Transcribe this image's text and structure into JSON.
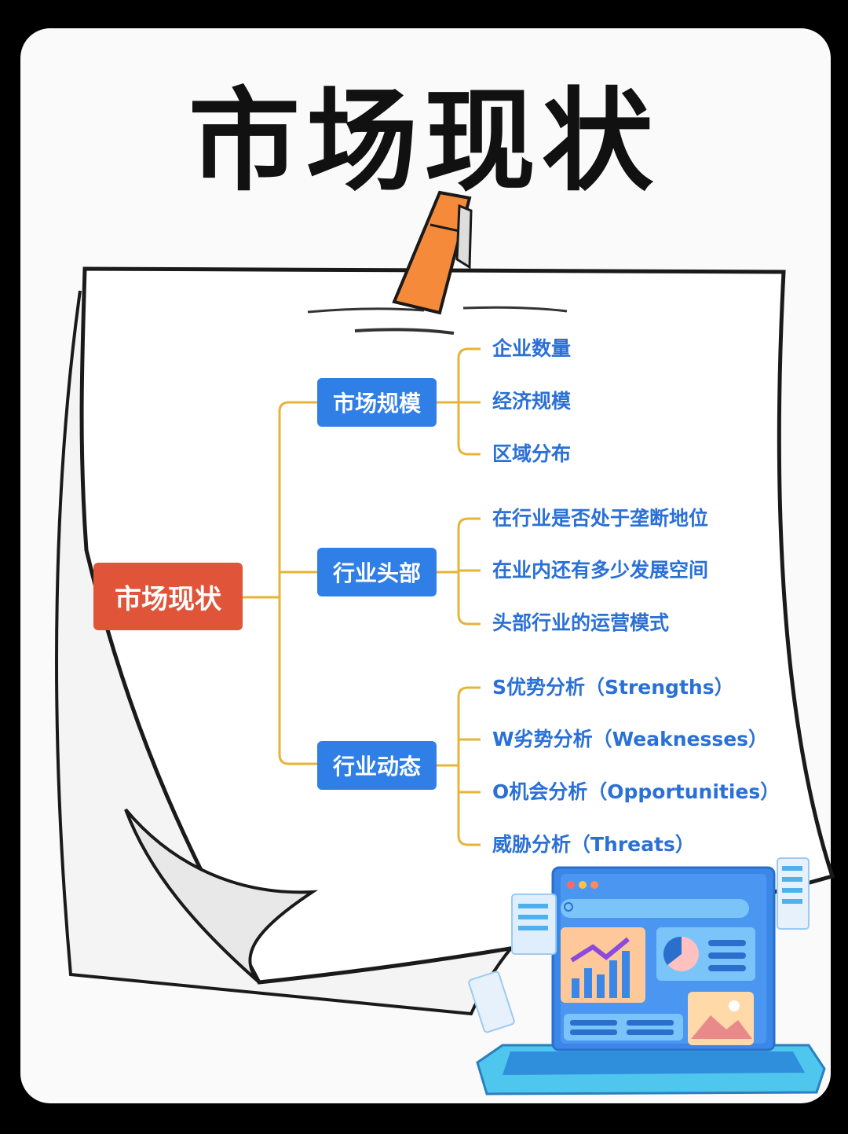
{
  "title": "市场现状",
  "root": "市场现状",
  "branches": [
    {
      "label": "市场规模",
      "children": [
        "企业数量",
        "经济规模",
        "区域分布"
      ]
    },
    {
      "label": "行业头部",
      "children": [
        "在行业是否处于垄断地位",
        "在业内还有多少发展空间",
        "头部行业的运营模式"
      ]
    },
    {
      "label": "行业动态",
      "children": [
        "S优势分析（Strengths）",
        "W劣势分析（Weaknesses）",
        "O机会分析（Opportunities）",
        "威胁分析（Threats）"
      ]
    }
  ],
  "colors": {
    "root": "#e0553a",
    "branch": "#2f7fe6",
    "leaf_text": "#2a70d6",
    "connector": "#e5b53a"
  }
}
